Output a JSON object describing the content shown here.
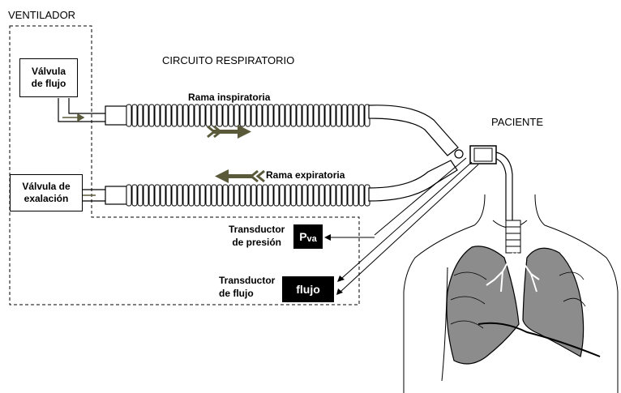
{
  "labels": {
    "ventilador": "VENTILADOR",
    "circuito": "CIRCUITO RESPIRATORIO",
    "paciente": "PACIENTE",
    "rama_inspiratoria": "Rama inspiratoria",
    "rama_expiratoria": "Rama expiratoria",
    "valvula_flujo": "Válvula\nde flujo",
    "valvula_exalacion": "Válvula de\nexalación",
    "transductor_presion": "Transductor\nde presión",
    "transductor_flujo": "Transductor\nde flujo",
    "pva_main": "P",
    "pva_sub": "va",
    "flujo_box": "flujo"
  },
  "colors": {
    "arrow": "#5a5a3a",
    "lung_fill": "#8c8c8c",
    "line": "#000000"
  }
}
